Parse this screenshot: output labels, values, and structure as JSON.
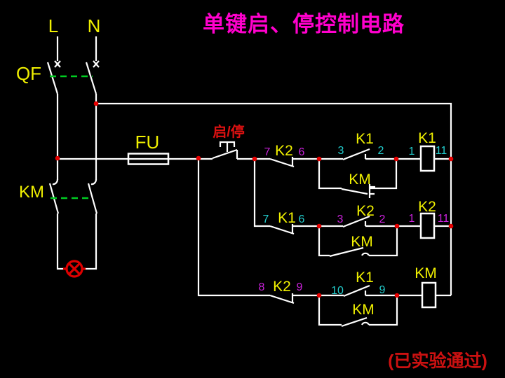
{
  "title": "单键启、停控制电路",
  "footer": "(已实验通过)",
  "power": {
    "line_label": "L",
    "neutral_label": "N",
    "breaker_label": "QF",
    "contactor_label": "KM",
    "fuse_label": "FU"
  },
  "button": {
    "label": "启/停"
  },
  "rungs": [
    {
      "nc_left": "7",
      "nc_name": "K2",
      "nc_right": "6",
      "no_left": "3",
      "no_name": "K1",
      "no_right": "2",
      "coil_left": "1",
      "coil_name": "K1",
      "coil_right": "11",
      "parallel_name": "KM"
    },
    {
      "nc_left": "7",
      "nc_name": "K1",
      "nc_right": "6",
      "no_left": "3",
      "no_name": "K2",
      "no_right": "2",
      "coil_left": "1",
      "coil_name": "K2",
      "coil_right": "11",
      "parallel_name": "KM"
    },
    {
      "nc_left": "8",
      "nc_name": "K2",
      "nc_right": "9",
      "no_left": "10",
      "no_name": "K1",
      "no_right": "9",
      "coil_name": "KM",
      "parallel_name": "KM"
    }
  ],
  "colors": {
    "background": "#000000",
    "wire": "#ffffff",
    "label_yellow": "#f0f000",
    "title_magenta": "#ff00cc",
    "annotation_red": "#dd1111",
    "junction_red": "#e80000",
    "k1_terminal_cyan": "#22cccc",
    "k2_terminal_magenta": "#cc22dd",
    "linkage_green": "#00cc22",
    "lamp_red": "#dd0000"
  }
}
